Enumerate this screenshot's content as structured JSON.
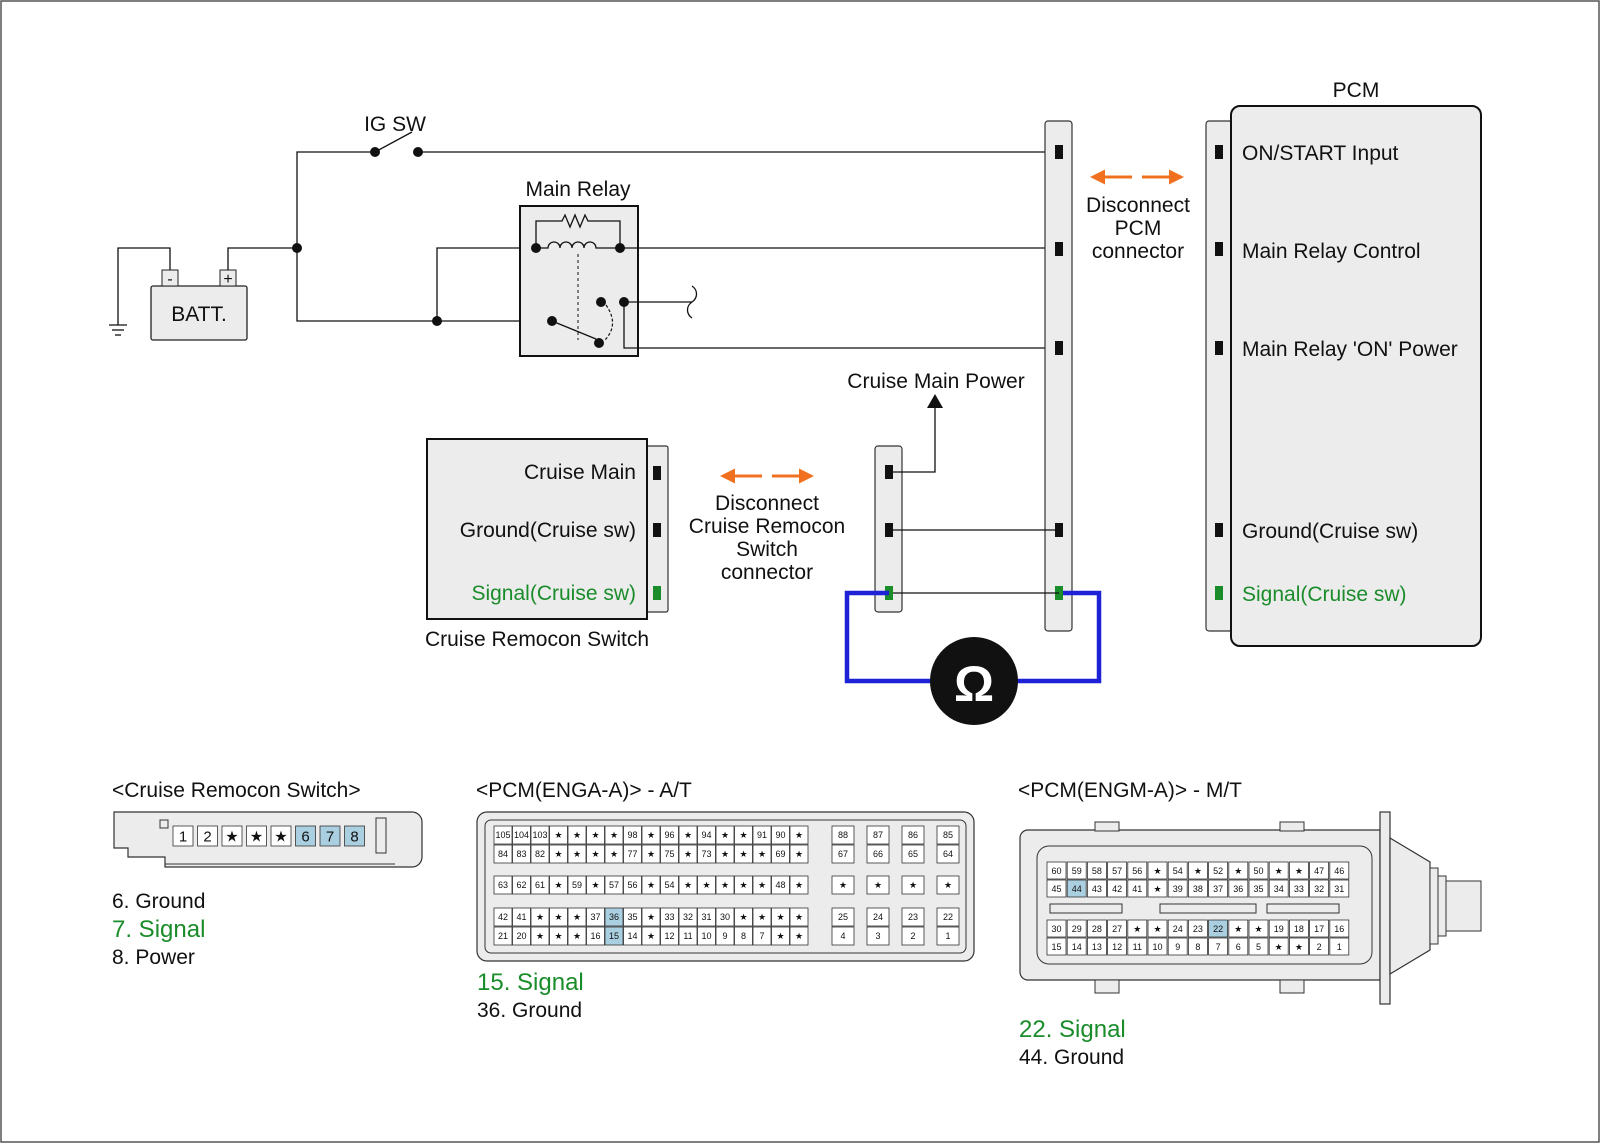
{
  "schematic": {
    "ig_sw": "IG SW",
    "main_relay": "Main Relay",
    "batt": "BATT.",
    "batt_minus": "-",
    "batt_plus": "+",
    "pcm_title": "PCM",
    "pcm_pins": [
      "ON/START Input",
      "Main Relay Control",
      "Main Relay 'ON' Power",
      "Ground(Cruise sw)",
      "Signal(Cruise sw)"
    ],
    "disconnect_pcm": [
      "Disconnect",
      "PCM",
      "connector"
    ],
    "cruise_main_power": "Cruise Main Power",
    "switch_pins": [
      "Cruise Main",
      "Ground(Cruise sw)",
      "Signal(Cruise sw)"
    ],
    "switch_caption": "Cruise Remocon Switch",
    "disconnect_switch": [
      "Disconnect",
      "Cruise Remocon",
      "Switch",
      "connector"
    ],
    "ohm_symbol": "Ω"
  },
  "colors": {
    "signal_green": "#1a8c2a",
    "meter_blue": "#1e22d6",
    "arrow_orange": "#f07020",
    "highlight_pin": "#a9cfe0",
    "component_fill": "#ececec"
  },
  "connectors": {
    "cruise_switch": {
      "title": "<Cruise Remocon Switch>",
      "pins": [
        "1",
        "2",
        "★",
        "★",
        "★",
        "6",
        "7",
        "8"
      ],
      "highlighted": [
        "6",
        "7",
        "8"
      ],
      "notes": [
        {
          "text": "6. Ground",
          "signal": false
        },
        {
          "text": "7. Signal",
          "signal": true
        },
        {
          "text": "8. Power",
          "signal": false
        }
      ]
    },
    "pcm_at": {
      "title": "<PCM(ENGA-A)> - A/T",
      "rows": [
        [
          "105",
          "104",
          "103",
          "★",
          "★",
          "★",
          "★",
          "98",
          "★",
          "96",
          "★",
          "94",
          "★",
          "★",
          "91",
          "90",
          "★"
        ],
        [
          "84",
          "83",
          "82",
          "★",
          "★",
          "★",
          "★",
          "77",
          "★",
          "75",
          "★",
          "73",
          "★",
          "★",
          "★",
          "69",
          "★"
        ],
        [
          "63",
          "62",
          "61",
          "★",
          "59",
          "★",
          "57",
          "56",
          "★",
          "54",
          "★",
          "★",
          "★",
          "★",
          "★",
          "48",
          "★"
        ],
        [
          "42",
          "41",
          "★",
          "★",
          "★",
          "37",
          "36",
          "35",
          "★",
          "33",
          "32",
          "31",
          "30",
          "★",
          "★",
          "★",
          "★"
        ],
        [
          "21",
          "20",
          "★",
          "★",
          "★",
          "16",
          "15",
          "14",
          "★",
          "12",
          "11",
          "10",
          "9",
          "8",
          "7",
          "★",
          "★"
        ]
      ],
      "side_rows": [
        [
          "88",
          "87",
          "86",
          "85"
        ],
        [
          "67",
          "66",
          "65",
          "64"
        ],
        [
          "★",
          "★",
          "★",
          "★"
        ],
        [
          "25",
          "24",
          "23",
          "22"
        ],
        [
          "4",
          "3",
          "2",
          "1"
        ]
      ],
      "highlighted": [
        "36",
        "15"
      ],
      "notes": [
        {
          "text": "15. Signal",
          "signal": true
        },
        {
          "text": "36. Ground",
          "signal": false
        }
      ]
    },
    "pcm_mt": {
      "title": "<PCM(ENGM-A)> - M/T",
      "rows": [
        [
          "60",
          "59",
          "58",
          "57",
          "56",
          "★",
          "54",
          "★",
          "52",
          "★",
          "50",
          "★",
          "★",
          "47",
          "46"
        ],
        [
          "45",
          "44",
          "43",
          "42",
          "41",
          "★",
          "39",
          "38",
          "37",
          "36",
          "35",
          "34",
          "33",
          "32",
          "31"
        ],
        [
          "30",
          "29",
          "28",
          "27",
          "★",
          "★",
          "24",
          "23",
          "22",
          "★",
          "★",
          "19",
          "18",
          "17",
          "16"
        ],
        [
          "15",
          "14",
          "13",
          "12",
          "11",
          "10",
          "9",
          "8",
          "7",
          "6",
          "5",
          "★",
          "★",
          "2",
          "1"
        ]
      ],
      "highlighted": [
        "44",
        "22"
      ],
      "notes": [
        {
          "text": "22. Signal",
          "signal": true
        },
        {
          "text": "44. Ground",
          "signal": false
        }
      ]
    }
  }
}
